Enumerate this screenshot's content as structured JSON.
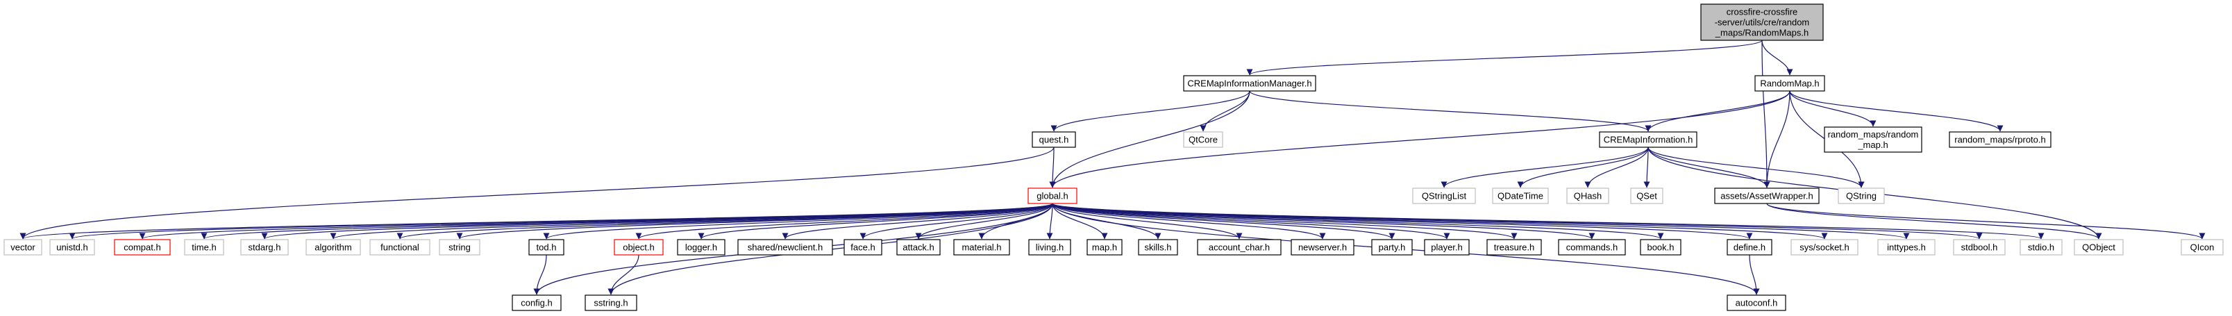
{
  "colors": {
    "edge": "#191970",
    "border_normal": "#000000",
    "border_truncated": "#ff0000",
    "border_external": "#bfbfbf",
    "fill_root": "#bfbfbf",
    "fill_normal": "#ffffff"
  },
  "nodes": {
    "root": {
      "lines": [
        "crossfire-crossfire",
        "-server/utils/cre/random",
        "_maps/RandomMaps.h"
      ],
      "kind": "root"
    },
    "cremapinfomanager": {
      "lines": [
        "CREMapInformationManager.h"
      ],
      "kind": "normal"
    },
    "randommap": {
      "lines": [
        "RandomMap.h"
      ],
      "kind": "normal"
    },
    "quest": {
      "lines": [
        "quest.h"
      ],
      "kind": "normal"
    },
    "qtcore": {
      "lines": [
        "QtCore"
      ],
      "kind": "external"
    },
    "cremapinfo": {
      "lines": [
        "CREMapInformation.h"
      ],
      "kind": "normal"
    },
    "rm_random_map": {
      "lines": [
        "random_maps/random",
        "_map.h"
      ],
      "kind": "normal"
    },
    "rm_rproto": {
      "lines": [
        "random_maps/rproto.h"
      ],
      "kind": "normal"
    },
    "global": {
      "lines": [
        "global.h"
      ],
      "kind": "truncated"
    },
    "qstringlist": {
      "lines": [
        "QStringList"
      ],
      "kind": "external"
    },
    "qdatetime": {
      "lines": [
        "QDateTime"
      ],
      "kind": "external"
    },
    "qhash": {
      "lines": [
        "QHash"
      ],
      "kind": "external"
    },
    "qset": {
      "lines": [
        "QSet"
      ],
      "kind": "external"
    },
    "assetwrapper": {
      "lines": [
        "assets/AssetWrapper.h"
      ],
      "kind": "normal"
    },
    "qstring": {
      "lines": [
        "QString"
      ],
      "kind": "external"
    },
    "vector": {
      "lines": [
        "vector"
      ],
      "kind": "external"
    },
    "unistd": {
      "lines": [
        "unistd.h"
      ],
      "kind": "external"
    },
    "compat": {
      "lines": [
        "compat.h"
      ],
      "kind": "truncated"
    },
    "time": {
      "lines": [
        "time.h"
      ],
      "kind": "external"
    },
    "stdarg": {
      "lines": [
        "stdarg.h"
      ],
      "kind": "external"
    },
    "algorithm": {
      "lines": [
        "algorithm"
      ],
      "kind": "external"
    },
    "functional": {
      "lines": [
        "functional"
      ],
      "kind": "external"
    },
    "string": {
      "lines": [
        "string"
      ],
      "kind": "external"
    },
    "tod": {
      "lines": [
        "tod.h"
      ],
      "kind": "normal"
    },
    "object": {
      "lines": [
        "object.h"
      ],
      "kind": "truncated"
    },
    "logger": {
      "lines": [
        "logger.h"
      ],
      "kind": "normal"
    },
    "newclient": {
      "lines": [
        "shared/newclient.h"
      ],
      "kind": "normal"
    },
    "face": {
      "lines": [
        "face.h"
      ],
      "kind": "normal"
    },
    "attack": {
      "lines": [
        "attack.h"
      ],
      "kind": "normal"
    },
    "material": {
      "lines": [
        "material.h"
      ],
      "kind": "normal"
    },
    "living": {
      "lines": [
        "living.h"
      ],
      "kind": "normal"
    },
    "map": {
      "lines": [
        "map.h"
      ],
      "kind": "normal"
    },
    "skills": {
      "lines": [
        "skills.h"
      ],
      "kind": "normal"
    },
    "account_char": {
      "lines": [
        "account_char.h"
      ],
      "kind": "normal"
    },
    "newserver": {
      "lines": [
        "newserver.h"
      ],
      "kind": "normal"
    },
    "party": {
      "lines": [
        "party.h"
      ],
      "kind": "normal"
    },
    "player": {
      "lines": [
        "player.h"
      ],
      "kind": "normal"
    },
    "treasure": {
      "lines": [
        "treasure.h"
      ],
      "kind": "normal"
    },
    "commands": {
      "lines": [
        "commands.h"
      ],
      "kind": "normal"
    },
    "book": {
      "lines": [
        "book.h"
      ],
      "kind": "normal"
    },
    "define": {
      "lines": [
        "define.h"
      ],
      "kind": "normal"
    },
    "syssocket": {
      "lines": [
        "sys/socket.h"
      ],
      "kind": "external"
    },
    "inttypes": {
      "lines": [
        "inttypes.h"
      ],
      "kind": "external"
    },
    "stdbool": {
      "lines": [
        "stdbool.h"
      ],
      "kind": "external"
    },
    "stdio": {
      "lines": [
        "stdio.h"
      ],
      "kind": "external"
    },
    "qobject": {
      "lines": [
        "QObject"
      ],
      "kind": "external"
    },
    "qicon": {
      "lines": [
        "QIcon"
      ],
      "kind": "external"
    },
    "config": {
      "lines": [
        "config.h"
      ],
      "kind": "normal"
    },
    "sstring": {
      "lines": [
        "sstring.h"
      ],
      "kind": "normal"
    },
    "autoconf": {
      "lines": [
        "autoconf.h"
      ],
      "kind": "normal"
    }
  },
  "edges": [
    [
      "root",
      "cremapinfomanager"
    ],
    [
      "root",
      "randommap"
    ],
    [
      "root",
      "assetwrapper"
    ],
    [
      "cremapinfomanager",
      "quest"
    ],
    [
      "cremapinfomanager",
      "qtcore"
    ],
    [
      "cremapinfomanager",
      "cremapinfo"
    ],
    [
      "cremapinfomanager",
      "global"
    ],
    [
      "randommap",
      "cremapinfo"
    ],
    [
      "randommap",
      "rm_random_map"
    ],
    [
      "randommap",
      "rm_rproto"
    ],
    [
      "randommap",
      "global"
    ],
    [
      "randommap",
      "assetwrapper"
    ],
    [
      "randommap",
      "qstring"
    ],
    [
      "quest",
      "global"
    ],
    [
      "quest",
      "vector"
    ],
    [
      "cremapinfo",
      "qstringlist"
    ],
    [
      "cremapinfo",
      "qdatetime"
    ],
    [
      "cremapinfo",
      "qhash"
    ],
    [
      "cremapinfo",
      "qset"
    ],
    [
      "cremapinfo",
      "assetwrapper"
    ],
    [
      "cremapinfo",
      "qstring"
    ],
    [
      "cremapinfo",
      "qobject"
    ],
    [
      "assetwrapper",
      "qobject"
    ],
    [
      "assetwrapper",
      "qicon"
    ],
    [
      "global",
      "vector"
    ],
    [
      "global",
      "unistd"
    ],
    [
      "global",
      "compat"
    ],
    [
      "global",
      "time"
    ],
    [
      "global",
      "stdarg"
    ],
    [
      "global",
      "algorithm"
    ],
    [
      "global",
      "functional"
    ],
    [
      "global",
      "string"
    ],
    [
      "global",
      "config"
    ],
    [
      "global",
      "tod"
    ],
    [
      "global",
      "sstring"
    ],
    [
      "global",
      "object"
    ],
    [
      "global",
      "logger"
    ],
    [
      "global",
      "newclient"
    ],
    [
      "global",
      "face"
    ],
    [
      "global",
      "attack"
    ],
    [
      "global",
      "material"
    ],
    [
      "global",
      "living"
    ],
    [
      "global",
      "map"
    ],
    [
      "global",
      "skills"
    ],
    [
      "global",
      "account_char"
    ],
    [
      "global",
      "newserver"
    ],
    [
      "global",
      "party"
    ],
    [
      "global",
      "player"
    ],
    [
      "global",
      "treasure"
    ],
    [
      "global",
      "commands"
    ],
    [
      "global",
      "book"
    ],
    [
      "global",
      "define"
    ],
    [
      "global",
      "syssocket"
    ],
    [
      "global",
      "inttypes"
    ],
    [
      "global",
      "stdbool"
    ],
    [
      "global",
      "stdio"
    ],
    [
      "global",
      "autoconf"
    ],
    [
      "tod",
      "config"
    ],
    [
      "object",
      "sstring"
    ],
    [
      "define",
      "autoconf"
    ]
  ]
}
